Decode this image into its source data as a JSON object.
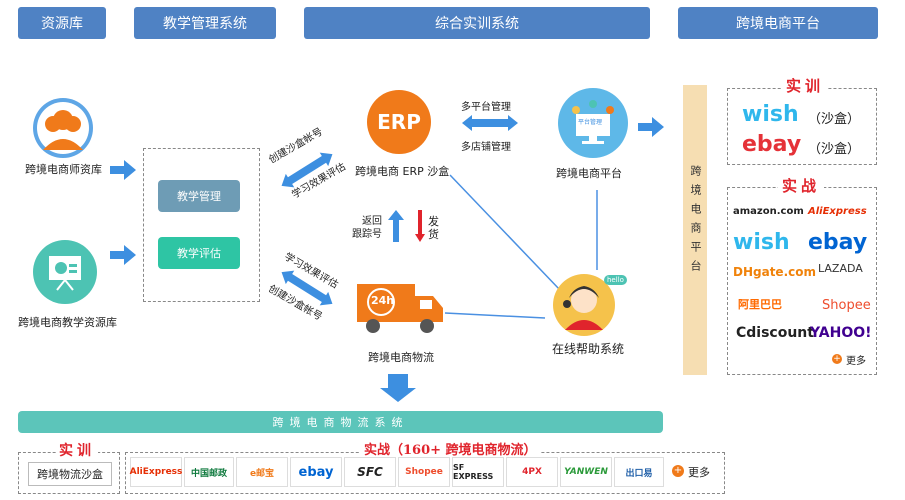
{
  "header": {
    "resources": "资源库",
    "teaching_mgmt": "教学管理系统",
    "training": "综合实训系统",
    "platform": "跨境电商平台"
  },
  "left": {
    "teacher_label": "跨境电商师资库",
    "edu_label": "跨境电商教学资源库",
    "teach_manage": "教学管理",
    "teach_eval": "教学评估",
    "create_account_top": "创建沙盒帐号",
    "learn_eval_top": "学习效果评估",
    "learn_eval_bottom": "学习效果评估",
    "create_account_bottom": "创建沙盒帐号"
  },
  "center": {
    "erp_text": "ERP",
    "erp_label": "跨境电商 ERP 沙盒",
    "multi_platform": "多平台管理",
    "multi_store": "多店铺管理",
    "platform_label": "跨境电商平台",
    "platform_screen": "平台管理",
    "return_label": "返回\n跟踪号",
    "ship_label": "发\n货",
    "truck_text": "24h",
    "logistics_label": "跨境电商物流",
    "help_label": "在线帮助系统",
    "hello": "hello"
  },
  "right": {
    "sidebar_text": "跨境电商平台",
    "practice_title": "实训",
    "wish_sandbox": "（沙盒）",
    "ebay_sandbox": "（沙盒）",
    "real_title": "实战",
    "more": "更多",
    "brands": {
      "wish": "wish",
      "ebay": "ebay",
      "amazon": "amazon.com",
      "aliexpress": "AliExpress",
      "dhgate": "DHgate.com",
      "lazada": "LAZADA",
      "alibaba": "阿里巴巴",
      "shopee": "Shopee",
      "cdiscount": "Cdiscount",
      "yahoo": "YAHOO!"
    }
  },
  "bottom": {
    "bar_text": "跨境电商物流系统",
    "practice_title": "实训",
    "sandbox_label": "跨境物流沙盒",
    "real_title": "实战（160+ 跨境电商物流）",
    "logos": [
      "AliExpress",
      "中国邮政",
      "e邮宝",
      "ebay",
      "SFC",
      "Shopee",
      "SF EXPRESS",
      "4PX",
      "YANWEN",
      "出口易"
    ],
    "more": "更多"
  },
  "colors": {
    "header_blue": "#4f82c4",
    "arrow_blue": "#3d8fe0",
    "teal": "#4dc3b3",
    "orange": "#f07a1a",
    "red": "#e0242c"
  }
}
